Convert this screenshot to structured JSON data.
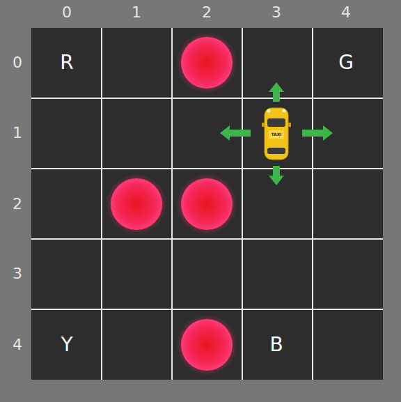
{
  "diagram": {
    "labels": [
      "0",
      "1",
      "2",
      "3",
      "4",
      "0",
      "1",
      "2",
      "3",
      "4",
      "R",
      "G",
      "Y",
      "B",
      "TAXI"
    ]
  }
}
